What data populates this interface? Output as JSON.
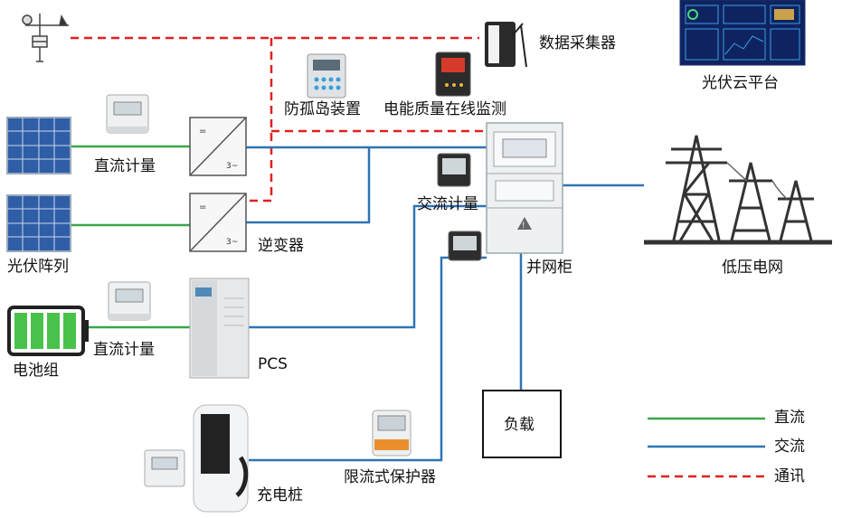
{
  "labels": {
    "data_collector": "数据采集器",
    "pv_cloud": "光伏云平台",
    "anti_islanding": "防孤岛装置",
    "power_quality": "电能质量在线监测",
    "dc_meter_pv": "直流计量",
    "ac_meter": "交流计量",
    "pv_array": "光伏阵列",
    "inverter": "逆变器",
    "grid_cabinet": "并网柜",
    "low_voltage_grid": "低压电网",
    "dc_meter_battery": "直流计量",
    "battery_pack": "电池组",
    "pcs": "PCS",
    "load": "负载",
    "current_limiter": "限流式保护器",
    "charging_pile": "充电桩"
  },
  "legend": {
    "items": [
      {
        "label": "直流",
        "color": "#3aa64a",
        "style": "solid"
      },
      {
        "label": "交流",
        "color": "#2e74b5",
        "style": "solid"
      },
      {
        "label": "通讯",
        "color": "#e02020",
        "style": "dashed"
      }
    ]
  },
  "colors": {
    "dc": "#3aa64a",
    "ac": "#2e74b5",
    "comm": "#e02020",
    "device_gray": "#d8dde2",
    "device_dark": "#2b2b2b",
    "battery_green": "#49c24b"
  }
}
